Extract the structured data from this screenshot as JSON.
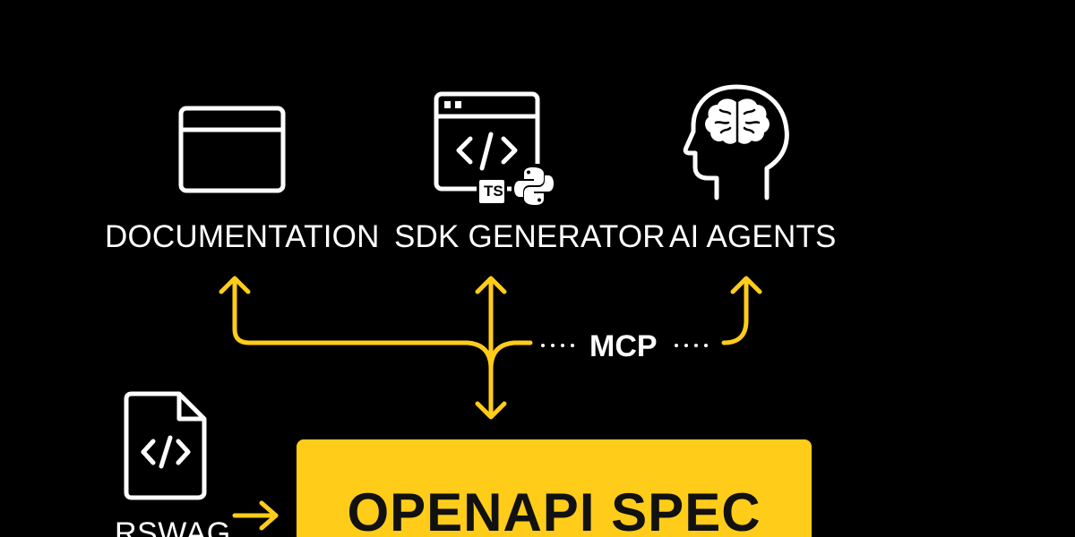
{
  "colors": {
    "background": "#000000",
    "accent": "#ffcc19",
    "foreground": "#ffffff",
    "spec_text": "#111111"
  },
  "nodes": {
    "documentation": {
      "label": "DOCUMENTATION",
      "icon": "browser-window-icon"
    },
    "sdk_generator": {
      "label": "SDK GENERATOR",
      "icon": "code-window-icon",
      "badges": {
        "ts": "TS",
        "python": "python-logo-icon"
      }
    },
    "ai_agents": {
      "label": "AI AGENTS",
      "icon": "head-brain-icon"
    },
    "rswag": {
      "label": "RSWAG",
      "icon": "code-file-icon"
    },
    "openapi_spec": {
      "label": "OPENAPI SPEC"
    }
  },
  "connectors": {
    "mcp_label": "MCP"
  }
}
